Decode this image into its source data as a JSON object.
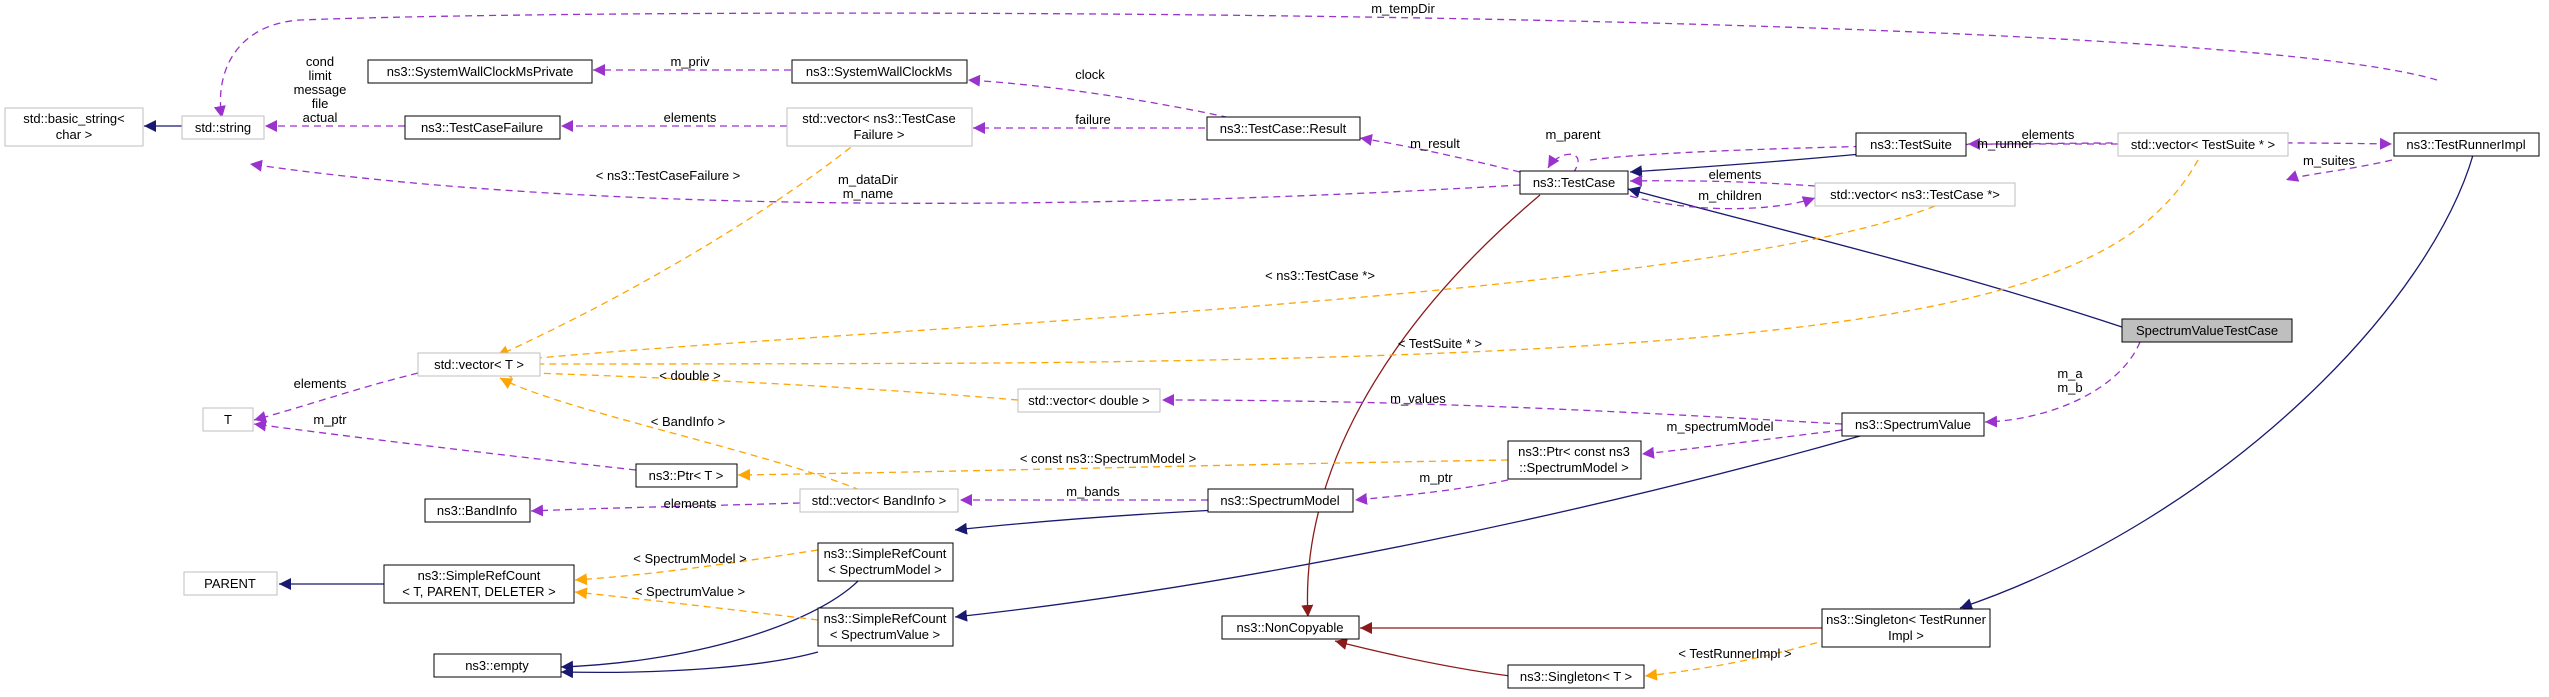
{
  "colors": {
    "inherit": "#191970",
    "usage": "#9a32cd",
    "template": "#ffa500",
    "private": "#8b1a1a",
    "node_border_doc": "#000000",
    "node_border_undoc": "#bfbfbf",
    "focus_fill": "#bfbfbf"
  },
  "nodes": {
    "spectrum_value_test_case": "SpectrumValueTestCase",
    "test_case": "ns3::TestCase",
    "test_case_result": "ns3::TestCase::Result",
    "test_suite": "ns3::TestSuite",
    "test_runner_impl": "ns3::TestRunnerImpl",
    "vec_test_suite_ptr": "std::vector< TestSuite * >",
    "vec_test_case_ptr": "std::vector< ns3::TestCase *>",
    "vec_test_case_failure": [
      "std::vector< ns3::TestCase",
      "Failure >"
    ],
    "test_case_failure": "ns3::TestCaseFailure",
    "system_wall_clock_ms": "ns3::SystemWallClockMs",
    "system_wall_clock_ms_private": "ns3::SystemWallClockMsPrivate",
    "std_string": "std::string",
    "basic_string": [
      "std::basic_string<",
      "char >"
    ],
    "vector_t": "std::vector< T >",
    "t_param": "T",
    "ptr_t": "ns3::Ptr< T >",
    "band_info": "ns3::BandInfo",
    "vec_band_info": "std::vector< BandInfo >",
    "vec_double": "std::vector< double >",
    "spectrum_model": "ns3::SpectrumModel",
    "ptr_const_spectrum_model": [
      "ns3::Ptr< const ns3",
      "::SpectrumModel >"
    ],
    "spectrum_value": "ns3::SpectrumValue",
    "parent": "PARENT",
    "simple_ref_count": [
      "ns3::SimpleRefCount",
      "< T, PARENT, DELETER >"
    ],
    "simple_ref_count_model": [
      "ns3::SimpleRefCount",
      "< SpectrumModel >"
    ],
    "simple_ref_count_value": [
      "ns3::SimpleRefCount",
      "< SpectrumValue >"
    ],
    "empty": "ns3::empty",
    "non_copyable": "ns3::NonCopyable",
    "singleton_runner": [
      "ns3::Singleton< TestRunner",
      "Impl >"
    ],
    "singleton_t": "ns3::Singleton< T >"
  },
  "labels": {
    "m_temp_dir": "m_tempDir",
    "m_runner": "m_runner",
    "m_suites": "m_suites",
    "m_priv": "m_priv",
    "clock": "clock",
    "failure": "failure",
    "elements": "elements",
    "m_result": "m_result",
    "m_parent": "m_parent",
    "m_children": "m_children",
    "m_data_dir": "m_dataDir",
    "m_name": "m_name",
    "cond_lines": [
      "cond",
      "limit",
      "message",
      "file",
      "actual"
    ],
    "tpl_test_case_failure": "< ns3::TestCaseFailure >",
    "tpl_test_case_ptr": "< ns3::TestCase *>",
    "tpl_test_suite_ptr": "< TestSuite * >",
    "tpl_double": "< double >",
    "tpl_band_info": "< BandInfo >",
    "tpl_const_spectrum_model": "< const ns3::SpectrumModel >",
    "tpl_spectrum_model": "< SpectrumModel >",
    "tpl_spectrum_value": "< SpectrumValue >",
    "tpl_test_runner_impl": "< TestRunnerImpl >",
    "m_values": "m_values",
    "m_a": "m_a",
    "m_b": "m_b",
    "m_spectrum_model": "m_spectrumModel",
    "m_ptr": "m_ptr",
    "m_bands": "m_bands"
  }
}
